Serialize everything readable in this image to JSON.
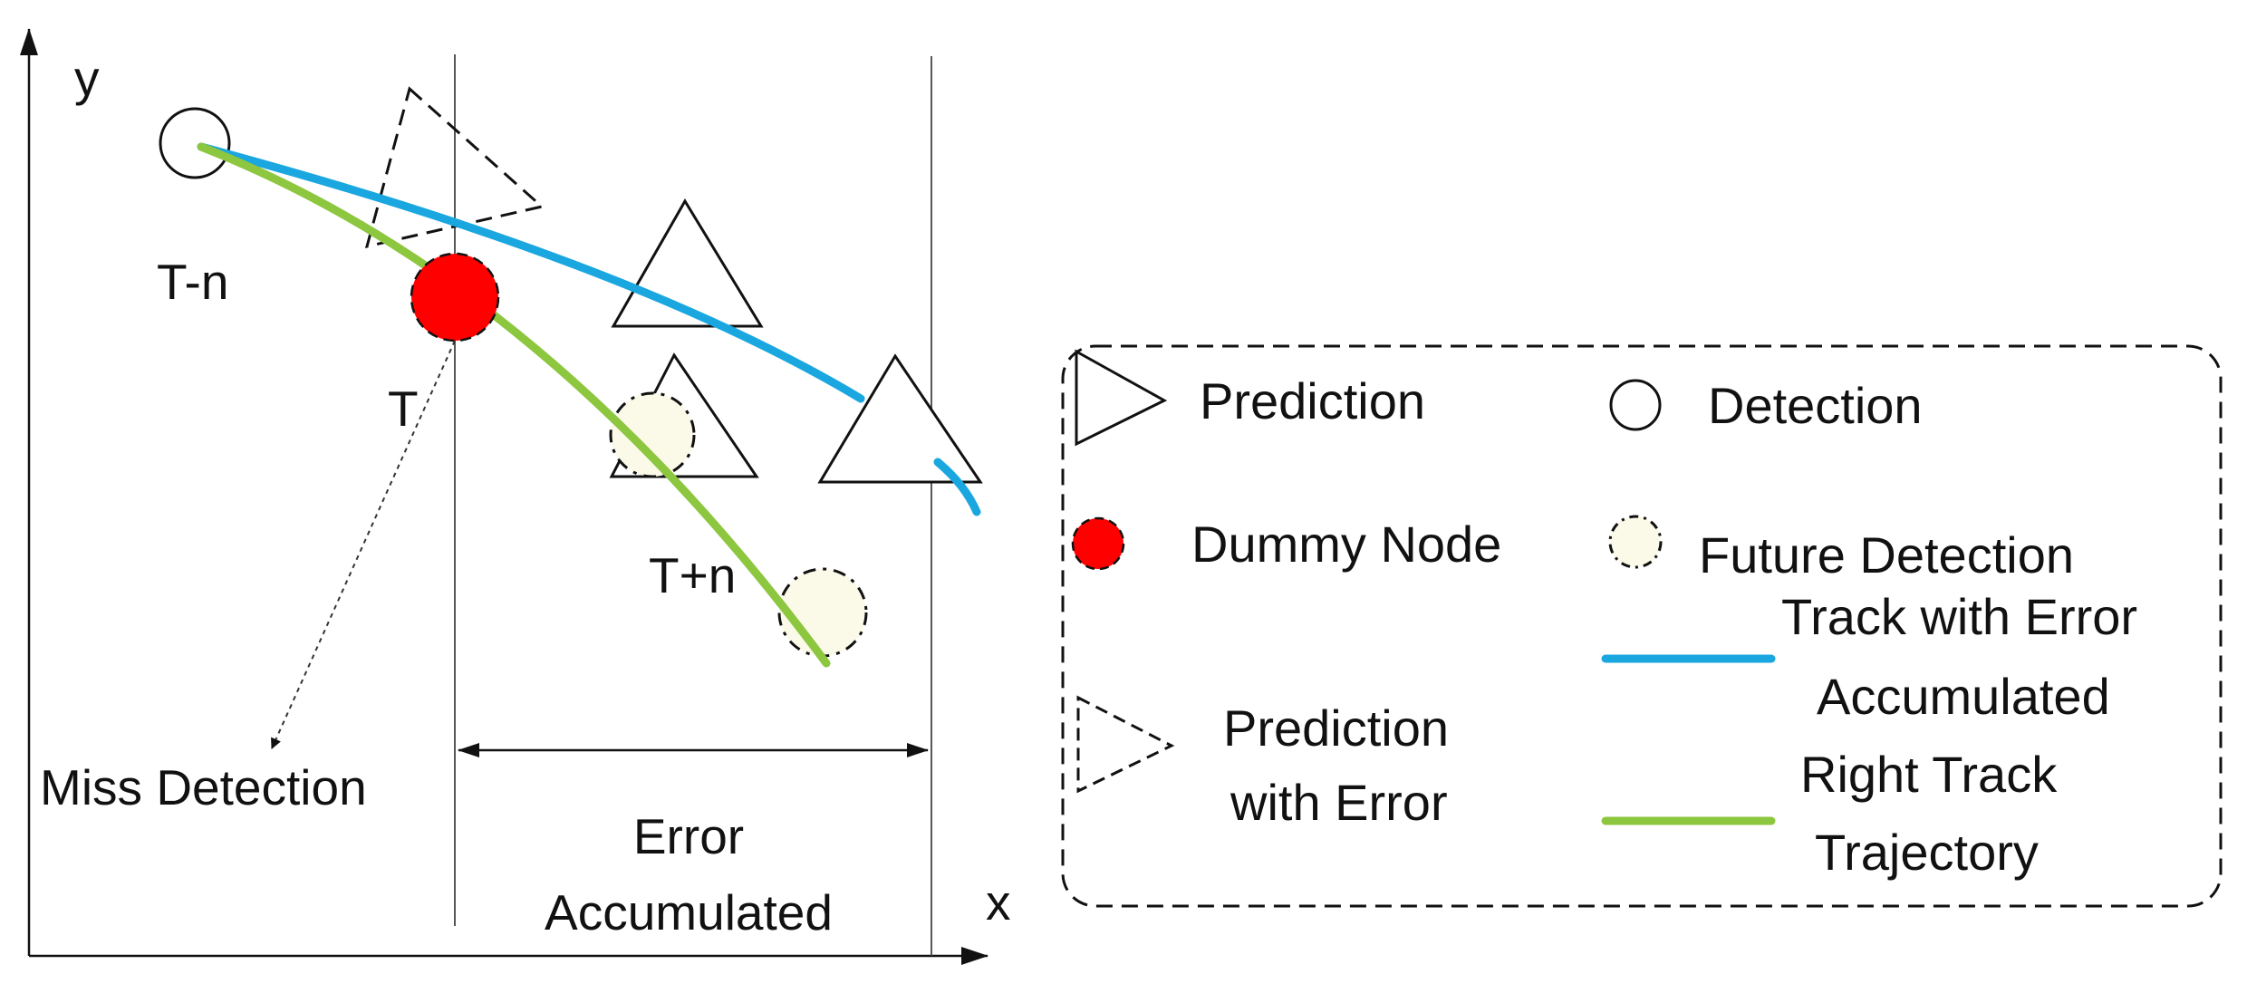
{
  "axes": {
    "x_label": "x",
    "y_label": "y"
  },
  "labels": {
    "t_minus_n": "T-n",
    "t": "T",
    "t_plus_n": "T+n",
    "miss_detection": "Miss Detection",
    "error_line1": "Error",
    "error_line2": "Accumulated"
  },
  "legend": {
    "prediction": "Prediction",
    "detection": "Detection",
    "dummy_node": "Dummy Node",
    "future_detection": "Future Detection",
    "track_error_line1": "Track with Error",
    "track_error_line2": "Accumulated",
    "prediction_error_line1": "Prediction",
    "prediction_error_line2": "with Error",
    "right_track_line1": "Right Track",
    "right_track_line2": "Trajectory"
  },
  "colors": {
    "track_with_error": "#1aa7e0",
    "right_track": "#8dc63f",
    "dummy_node": "#ff0000",
    "future_detection_fill": "#fbfae8"
  }
}
